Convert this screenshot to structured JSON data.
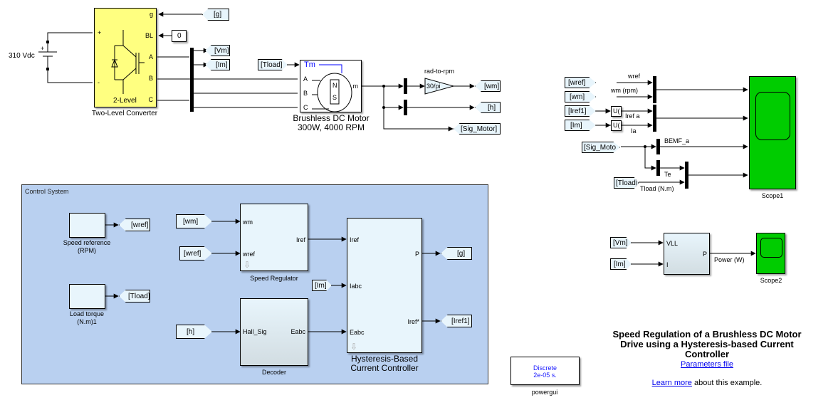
{
  "model_title": [
    "Speed Regulation of a Brushless DC Motor",
    "Drive using a Hysteresis-based Current",
    "Controller"
  ],
  "links": {
    "parameters_file": "Parameters file",
    "learn_more": "Learn more",
    "learn_more_suffix": " about this example."
  },
  "colors": {
    "converter_fill": "#ffff80",
    "scope_fill": "#00cc00",
    "subsystem_area": "#b9d0f0",
    "block_fill": "#e8f5fc",
    "tm_port": "#0000ff",
    "link": "#0000ee"
  },
  "dc_source": {
    "label": "310 Vdc",
    "plus": "+",
    "minus": "-"
  },
  "converter": {
    "name": "Two-Level Converter",
    "inner_label": "2-Level",
    "ports_in": [
      "+",
      "-"
    ],
    "ports_right": [
      "g",
      "BL",
      "A",
      "B",
      "C"
    ]
  },
  "constant_bl": {
    "value": "0"
  },
  "goto_from": {
    "g_from": "[g]",
    "vm_goto": "[Vm]",
    "im_goto": "[Im]",
    "tload_from": "[Tload]",
    "wm_goto": "[wm]",
    "h_goto": "[h]",
    "sig_motor_goto": "[Sig_Motor]"
  },
  "motor": {
    "name_line1": "Brushless DC Motor",
    "name_line2": "300W, 4000 RPM",
    "ports_in": [
      "Tm",
      "A",
      "B",
      "C"
    ],
    "port_out": "m",
    "pole_n": "N",
    "pole_s": "S"
  },
  "gain": {
    "label": "rad-to-rpm",
    "value": "30/pi"
  },
  "scope1_inputs": {
    "from_wref": "[wref]",
    "from_wm": "[wm]",
    "from_iref1": "[Iref1]",
    "from_im": "[Im]",
    "from_sig_motor": "[Sig_Moto",
    "from_tload": "[Tload]",
    "selector_glyph": "U(",
    "signal_labels": [
      "wref",
      "wm (rpm)",
      "Iref a",
      "Ia",
      "BEMF_a",
      "Te",
      "Tload (N.m)"
    ]
  },
  "scope1": {
    "name": "Scope1"
  },
  "power_block": {
    "from_vm": "[Vm]",
    "from_im": "[Im]",
    "ports_in": [
      "VLL",
      "I"
    ],
    "port_out": "P",
    "signal_label": "Power (W)"
  },
  "scope2": {
    "name": "Scope2"
  },
  "powergui": {
    "line1": "Discrete",
    "line2": "2e-05 s.",
    "name": "powergui"
  },
  "control_system": {
    "title": "Control System",
    "speed_reference": {
      "name_line1": "Speed reference",
      "name_line2": "(RPM)",
      "goto": "[wref]"
    },
    "load_torque": {
      "name_line1": "Load torque",
      "name_line2": "(N.m)1",
      "goto": "[Tload]"
    },
    "speed_regulator": {
      "name": "Speed Regulator",
      "from_wm": "[wm]",
      "from_wref": "[wref]",
      "ports_in": [
        "wm",
        "wref"
      ],
      "port_out": "Iref"
    },
    "decoder": {
      "name": "Decoder",
      "from_h": "[h]",
      "port_in": "Hall_Sig",
      "port_out": "Eabc"
    },
    "hysteresis_controller": {
      "name_line1": "Hysteresis-Based",
      "name_line2": "Current Controller",
      "from_im": "[Im]",
      "ports_in": [
        "Iref",
        "Iabc",
        "Eabc"
      ],
      "ports_out": [
        "P",
        "Iref*"
      ],
      "goto_g": "[g]",
      "goto_iref1": "[Iref1]"
    }
  }
}
